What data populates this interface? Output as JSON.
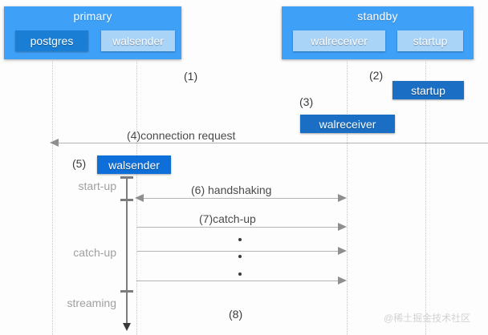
{
  "diagram": {
    "type": "sequence-diagram",
    "title_primary": "primary",
    "title_standby": "standby",
    "participants": [
      {
        "id": "primary",
        "label": "primary",
        "processes": [
          {
            "id": "postgres",
            "label": "postgres",
            "style": "dark"
          },
          {
            "id": "walsender",
            "label": "walsender",
            "style": "light"
          }
        ]
      },
      {
        "id": "standby",
        "label": "standby",
        "processes": [
          {
            "id": "walreceiver",
            "label": "walreceiver",
            "style": "light"
          },
          {
            "id": "startup",
            "label": "startup",
            "style": "light"
          }
        ]
      }
    ],
    "steps": [
      {
        "num": "(1)",
        "text": ""
      },
      {
        "num": "(2)",
        "text": ""
      },
      {
        "num": "(3)",
        "text": ""
      },
      {
        "num": "(4)",
        "text": "connection request"
      },
      {
        "num": "(5)",
        "text": ""
      },
      {
        "num": "(6)",
        "text": "handshaking"
      },
      {
        "num": "(7)",
        "text": "catch-up"
      },
      {
        "num": "(8)",
        "text": ""
      }
    ],
    "spawned": [
      {
        "id": "startup-spawn",
        "label": "startup",
        "step": "(2)"
      },
      {
        "id": "walreceiver-spawn",
        "label": "walreceiver",
        "step": "(3)"
      },
      {
        "id": "walsender-spawn",
        "label": "walsender",
        "step": "(5)"
      }
    ],
    "messages": [
      {
        "num": "(4)",
        "label": "connection request",
        "direction": "left"
      },
      {
        "num": "(6)",
        "label": "handshaking",
        "direction": "both"
      },
      {
        "num": "(7)",
        "label": "catch-up",
        "direction": "right"
      },
      {
        "num": "",
        "label": "",
        "direction": "right"
      },
      {
        "num": "",
        "label": "",
        "direction": "right"
      },
      {
        "num": "(8)",
        "label": "",
        "direction": "none"
      }
    ],
    "phases": [
      {
        "id": "start-up",
        "label": "start-up"
      },
      {
        "id": "catch-up",
        "label": "catch-up"
      },
      {
        "id": "streaming",
        "label": "streaming"
      }
    ],
    "watermark": "@稀土掘金技术社区",
    "colors": {
      "participant_bg": "#3fa0f7",
      "process_dark": "#1a7fd4",
      "process_light": "#a9d3f7",
      "tag_bg": "#1a6fc4",
      "tag_bright": "#0f6fd8",
      "arrow": "#b4b4b4",
      "lifeline": "#c9c9c9",
      "phase_text": "#a0a0a0",
      "page_bg": "#fdfdfd"
    }
  }
}
